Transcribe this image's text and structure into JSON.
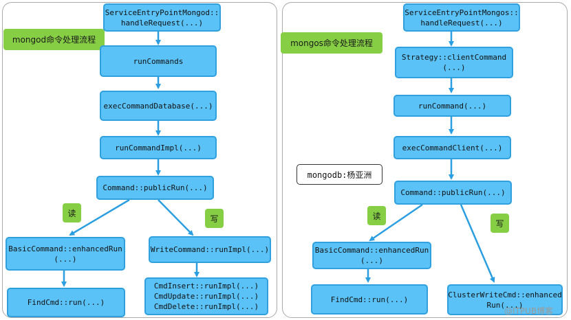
{
  "left": {
    "title": "mongod命令处理流程",
    "nodes": {
      "entry": "ServiceEntryPointMongod::\nhandleRequest(...)",
      "run_commands": "runCommands",
      "exec_db": "execCommandDatabase(...)",
      "impl": "runCommandImpl(...)",
      "public_run": "Command::publicRun(...)",
      "basic": "BasicCommand::enhancedRun\n(...)",
      "write": "WriteCommand::runImpl(...)",
      "find": "FindCmd::run(...)",
      "cmd_ops": "CmdInsert::runImpl(...)\nCmdUpdate::runImpl(...)\nCmdDelete::runImpl(...)"
    },
    "read_label": "读",
    "write_label": "写"
  },
  "right": {
    "title": "mongos命令处理流程",
    "nodes": {
      "entry": "ServiceEntryPointMongos::\nhandleRequest(...)",
      "strategy": "Strategy::clientCommand\n(...)",
      "run_command": "runCommand(...)",
      "exec_client": "execCommandClient(...)",
      "public_run": "Command::publicRun(...)",
      "basic": "BasicCommand::enhancedRun\n(...)",
      "find": "FindCmd::run(...)",
      "cluster_write": "ClusterWriteCmd::enhanced\nRun(...)"
    },
    "read_label": "读",
    "write_label": "写"
  },
  "author_note": "mongodb:杨亚洲",
  "watermark": "@ITPUB博客",
  "colors": {
    "node_fill": "#5bc2f7",
    "node_border": "#2f9fdd",
    "arrow": "#2a9ee0",
    "tag_fill": "#86cf45"
  }
}
